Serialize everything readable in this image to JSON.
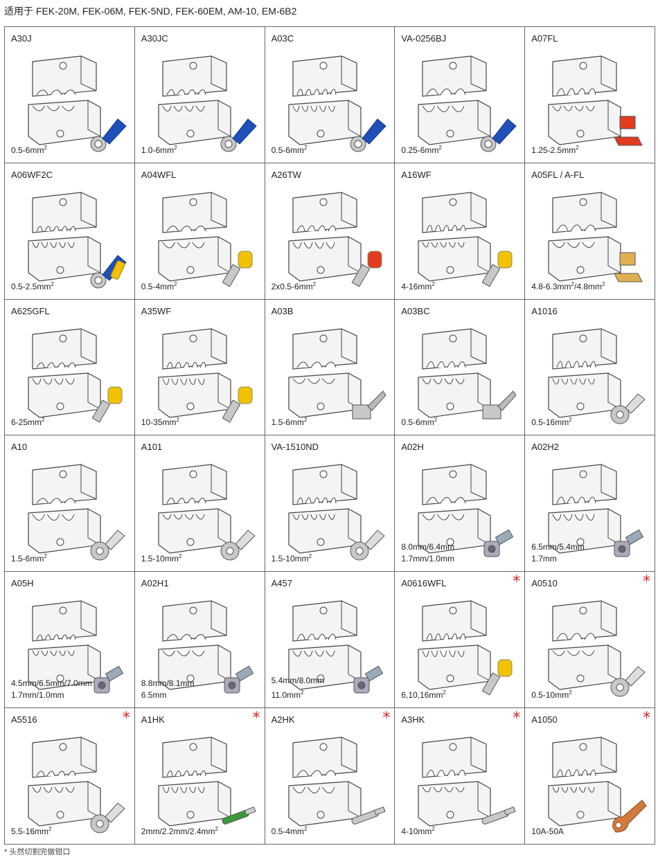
{
  "header": "适用于 FEK-20M, FEK-06M, FEK-5ND, FEK-60EM, AM-10, EM-6B2",
  "footer": "* 头然切割完做钳口",
  "colors": {
    "star": "#e02020",
    "border": "#666666",
    "die_stroke": "#444444",
    "die_fill": "#f4f4f4",
    "blue": "#1f4fb8",
    "yellow": "#f2c200",
    "red": "#e23b1f",
    "copper": "#d07a3e",
    "silver": "#c8c8c8"
  },
  "cells": [
    {
      "code": "A30J",
      "spec": "0.5-6mm",
      "sup": "2",
      "spec2": "",
      "star": "",
      "term": "ring-blue-icon"
    },
    {
      "code": "A30JC",
      "spec": "1.0-6mm",
      "sup": "2",
      "spec2": "",
      "star": "",
      "term": "ring-blue-icon"
    },
    {
      "code": "A03C",
      "spec": "0.5-6mm",
      "sup": "2",
      "spec2": "",
      "star": "",
      "term": "ring-blue-icon"
    },
    {
      "code": "VA-0256BJ",
      "spec": "0.25-6mm",
      "sup": "2",
      "spec2": "",
      "star": "",
      "term": "ring-blue-icon"
    },
    {
      "code": "A07FL",
      "spec": "1.25-2.5mm",
      "sup": "2",
      "spec2": "",
      "star": "",
      "term": "flag-red-icon"
    },
    {
      "code": "A06WF2C",
      "spec": "0.5-2.5mm",
      "sup": "2",
      "spec2": "",
      "star": "",
      "term": "ring-blue-ferrule-icon"
    },
    {
      "code": "A04WFL",
      "spec": "0.5-4mm",
      "sup": "2",
      "spec2": "",
      "star": "",
      "term": "ferrule-yellow-icon"
    },
    {
      "code": "A26TW",
      "spec": "2x0.5-6mm",
      "sup": "2",
      "spec2": "",
      "star": "",
      "term": "ferrule-red-icon"
    },
    {
      "code": "A16WF",
      "spec": "4-16mm",
      "sup": "2",
      "spec2": "",
      "star": "",
      "term": "ferrule-yellow-icon"
    },
    {
      "code": "A05FL / A-FL",
      "spec": "4.8-6.3mm",
      "sup": "2",
      "spec2": "",
      "specTail": "/4.8mm",
      "sup2": "2",
      "star": "",
      "term": "flag-gold-icon"
    },
    {
      "code": "A625GFL",
      "spec": "6-25mm",
      "sup": "2",
      "spec2": "",
      "star": "",
      "term": "ferrule-yellow-icon"
    },
    {
      "code": "A35WF",
      "spec": "10-35mm",
      "sup": "2",
      "spec2": "",
      "star": "",
      "term": "ferrule-yellow-icon"
    },
    {
      "code": "A03B",
      "spec": "1.5-6mm",
      "sup": "2",
      "spec2": "",
      "star": "",
      "term": "spade-open-icon"
    },
    {
      "code": "A03BC",
      "spec": "0.5-6mm",
      "sup": "2",
      "spec2": "",
      "star": "",
      "term": "spade-open-icon"
    },
    {
      "code": "A1016",
      "spec": "0.5-16mm",
      "sup": "2",
      "spec2": "",
      "star": "",
      "term": "ring-silver-icon"
    },
    {
      "code": "A10",
      "spec": "1.5-6mm",
      "sup": "2",
      "spec2": "",
      "star": "",
      "term": "ring-silver-icon"
    },
    {
      "code": "A101",
      "spec": "1.5-10mm",
      "sup": "2",
      "spec2": "",
      "star": "",
      "term": "ring-silver-icon"
    },
    {
      "code": "VA-1510ND",
      "spec": "1.5-10mm",
      "sup": "2",
      "spec2": "",
      "star": "",
      "term": "ring-silver-icon"
    },
    {
      "code": "A02H",
      "spec": "8.0mm/6.4mm",
      "sup": "",
      "spec2": "1.7mm/1.0mm",
      "star": "",
      "term": "bnc-icon"
    },
    {
      "code": "A02H2",
      "spec": "6.5mm/5.4mm",
      "sup": "",
      "spec2": "1.7mm",
      "star": "",
      "term": "bnc-icon"
    },
    {
      "code": "A05H",
      "spec": "4.5mm/6.5mm/7.0mm",
      "sup": "",
      "spec2": "1.7mm/1.0mm",
      "star": "",
      "term": "bnc-icon"
    },
    {
      "code": "A02H1",
      "spec": "8.8mm/8.1mm",
      "sup": "",
      "spec2": "6.5mm",
      "star": "",
      "term": "bnc-icon"
    },
    {
      "code": "A457",
      "spec": "5.4mm/8.0mm",
      "sup": "",
      "spec2": "11.0mm",
      "sup3": "2",
      "star": "",
      "term": "bnc-icon"
    },
    {
      "code": "A0616WFL",
      "spec": "6,10,16mm",
      "sup": "2",
      "spec2": "",
      "star": "*",
      "term": "ferrule-yellow-icon"
    },
    {
      "code": "A0510",
      "spec": "0.5-10mm",
      "sup": "2",
      "spec2": "",
      "star": "*",
      "term": "ring-silver-icon"
    },
    {
      "code": "A5516",
      "spec": "5.5-16mm",
      "sup": "2",
      "spec2": "",
      "star": "*",
      "term": "ring-silver-icon"
    },
    {
      "code": "A1HK",
      "spec": "2mm/2.2mm/2.4mm",
      "sup": "2",
      "spec2": "",
      "star": "*",
      "term": "pin-green-icon"
    },
    {
      "code": "A2HK",
      "spec": "0.5-4mm",
      "sup": "2",
      "spec2": "",
      "star": "*",
      "term": "pin-silver-icon"
    },
    {
      "code": "A3HK",
      "spec": "4-10mm",
      "sup": "2",
      "spec2": "",
      "star": "*",
      "term": "pin-silver-icon"
    },
    {
      "code": "A1050",
      "spec": "10A-50A",
      "sup": "",
      "spec2": "",
      "star": "*",
      "term": "lug-copper-icon"
    }
  ]
}
